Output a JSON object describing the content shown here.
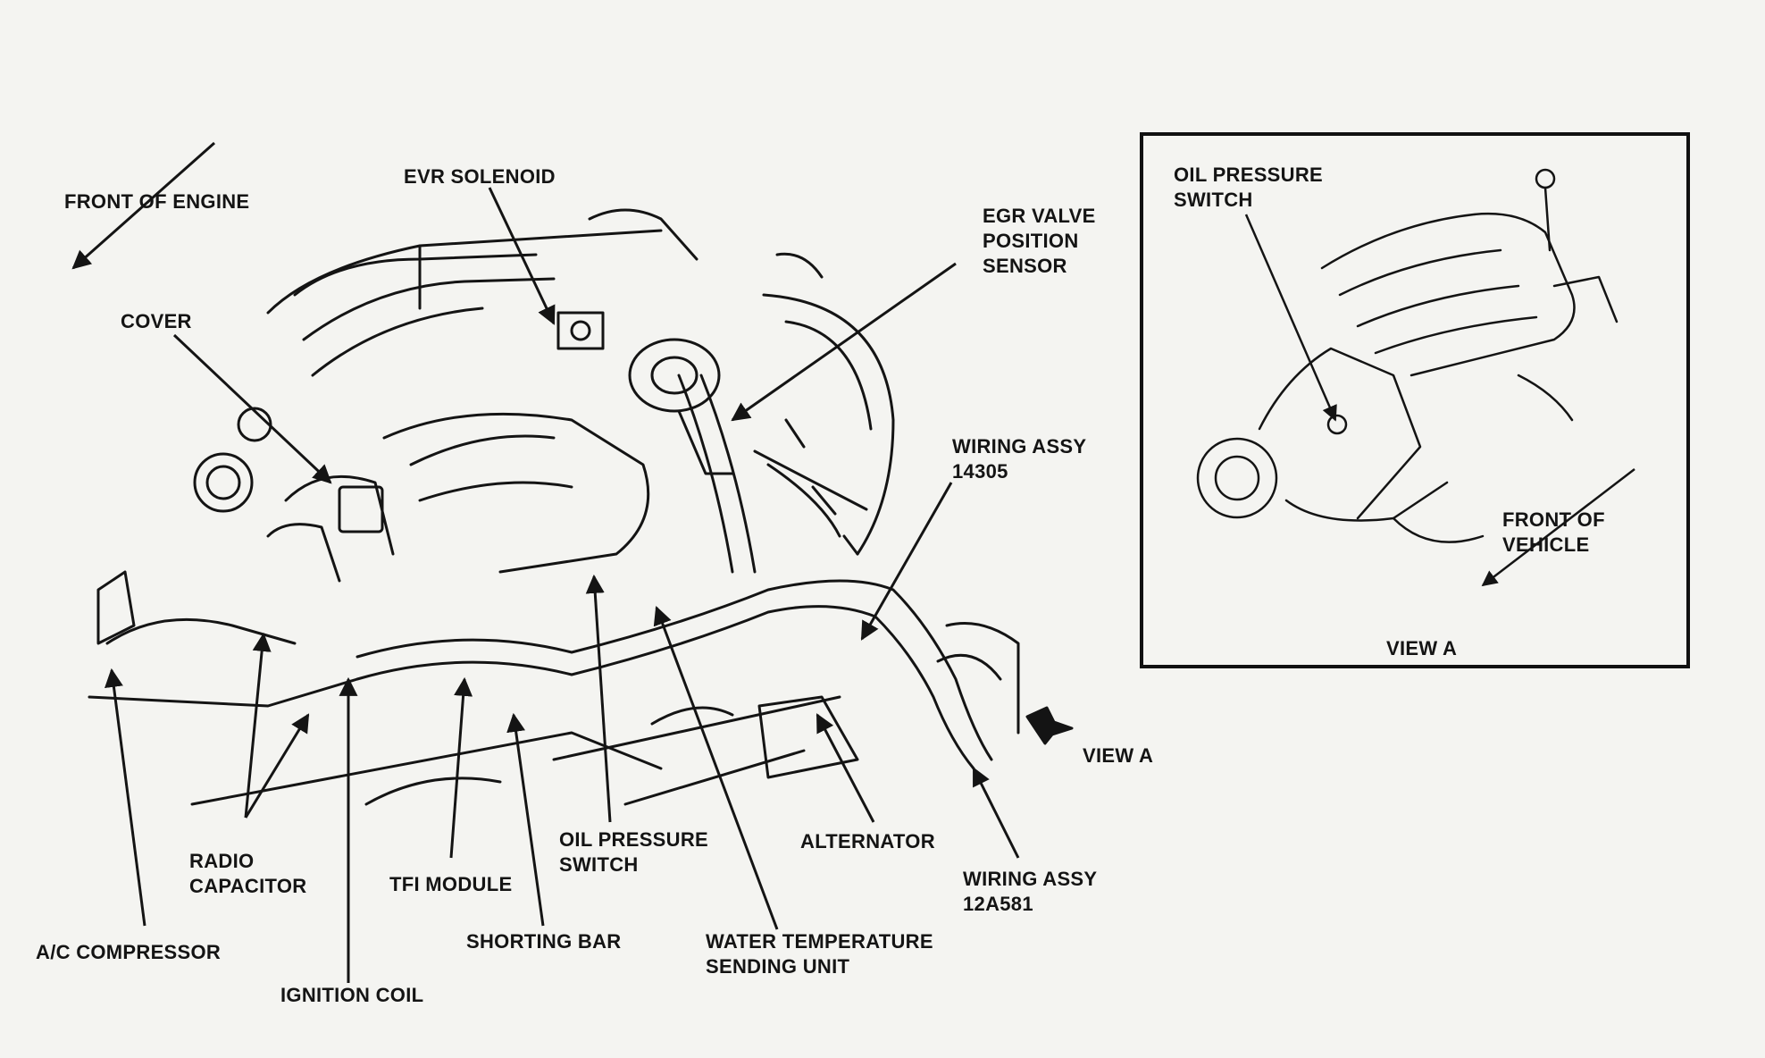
{
  "labels": {
    "front_of_engine": "FRONT OF ENGINE",
    "evr_solenoid": "EVR SOLENOID",
    "egr_valve_position_sensor": [
      "EGR VALVE",
      "POSITION",
      "SENSOR"
    ],
    "cover": "COVER",
    "wiring_assy_14305": [
      "WIRING ASSY",
      "14305"
    ],
    "view_a_pointer": "VIEW A",
    "radio_capacitor": [
      "RADIO",
      "CAPACITOR"
    ],
    "tfi_module": "TFI MODULE",
    "oil_pressure_switch": [
      "OIL PRESSURE",
      "SWITCH"
    ],
    "alternator": "ALTERNATOR",
    "wiring_assy_12a581": [
      "WIRING ASSY",
      "12A581"
    ],
    "ac_compressor": "A/C COMPRESSOR",
    "shorting_bar": "SHORTING BAR",
    "water_temp_sending_unit": [
      "WATER TEMPERATURE",
      "SENDING UNIT"
    ],
    "ignition_coil": "IGNITION COIL"
  },
  "inset": {
    "oil_pressure_switch": [
      "OIL PRESSURE",
      "SWITCH"
    ],
    "front_of_vehicle": [
      "FRONT OF",
      "VEHICLE"
    ],
    "title": "VIEW A"
  },
  "colors": {
    "ink": "#141414",
    "paper": "#f4f4f1"
  }
}
